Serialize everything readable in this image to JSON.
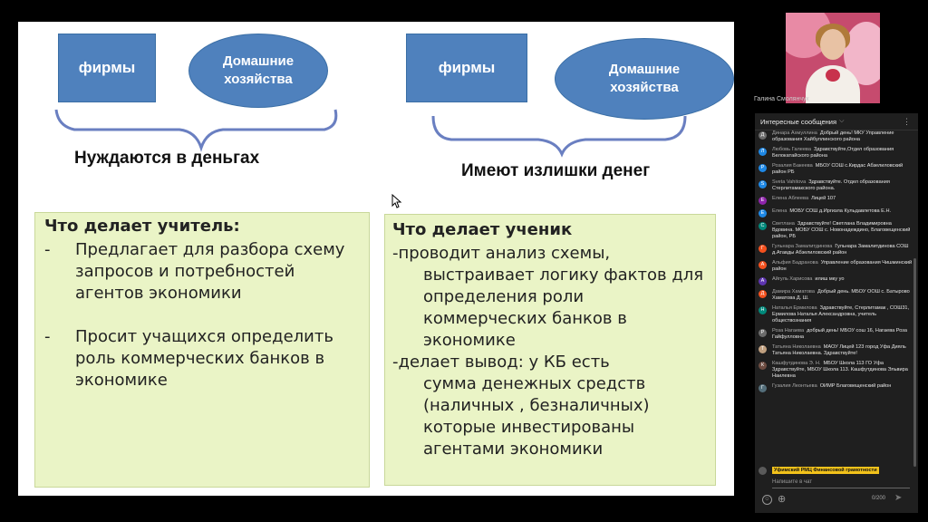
{
  "slide": {
    "left_box": "фирмы",
    "left_ellipse": "Домашние хозяйства",
    "left_caption": "Нуждаются в деньгах",
    "right_box": "фирмы",
    "right_ellipse": "Домашние хозяйства",
    "right_caption": "Имеют излишки денег",
    "teacher": {
      "title": "Что делает учитель:",
      "items": [
        {
          "dash": "-",
          "text": "Предлагает для разбора схему  запросов и потребностей агентов экономики"
        },
        {
          "dash": "-",
          "text": "Просит учащихся определить роль коммерческих банков в экономике"
        }
      ]
    },
    "student": {
      "title": "Что делает ученик",
      "items": [
        {
          "first": "-проводит анализ схемы,",
          "rest": "выстраивает логику фактов для определения роли коммерческих банков в экономике"
        },
        {
          "first": "-делает вывод: у КБ есть",
          "rest": "сумма денежных средств (наличных ,  безналичных) которые инвестированы агентами экономики"
        }
      ]
    }
  },
  "video": {
    "participant_name": "Галина Смолянчук"
  },
  "chat": {
    "title": "Интересные сообщения",
    "messages": [
      {
        "initial": "Д",
        "color": "#6b6b6b",
        "author": "Динара Ахмуллина",
        "text": "Добрый день! МКУ Управление образования Хайбуллинского района"
      },
      {
        "initial": "Л",
        "color": "#1e88e5",
        "author": "Любовь Галеева",
        "text": "Здравствуйте,Отдел образования Белокатайского района"
      },
      {
        "initial": "Р",
        "color": "#1e88e5",
        "author": "Розалия Бакеева",
        "text": "МБОУ СОШ с.Кирдас Абзелиловский район РБ"
      },
      {
        "initial": "S",
        "color": "#1e88e5",
        "author": "Sveta Vahitova",
        "text": "Здравствуйте. Отдел образования Стерлитамакского района."
      },
      {
        "initial": "Е",
        "color": "#8e24aa",
        "author": "Елена Аблеева",
        "text": "Лицей 107"
      },
      {
        "initial": "Е",
        "color": "#1e88e5",
        "author": "Елена",
        "text": "МОБУ СОШ д.Иргизла Кульдавлетова Е.Н."
      },
      {
        "initial": "С",
        "color": "#00897b",
        "author": "Светлана",
        "text": "Здравствуйте! Светлана Владимировна Вдовина. МОБУ СОШ с. Новонадеждино, Благовещенский район, РБ"
      },
      {
        "initial": "Г",
        "color": "#f4511e",
        "author": "Гульнара Замалитдинова",
        "text": "Гульнара Замалитдинова СОШ д.Атавды Абзелиловский район"
      },
      {
        "initial": "А",
        "color": "#f4511e",
        "author": "Альфия Бадранова",
        "text": "Управление образования Чишминский район"
      },
      {
        "initial": "А",
        "color": "#5e35b1",
        "author": "Айгуль Харисова",
        "text": "илиш мку уо"
      },
      {
        "initial": "Д",
        "color": "#f4511e",
        "author": "Дамира Хаматова",
        "text": "Добрый день. МБОУ ООШ с. Батырово Хаматова Д. Ш."
      },
      {
        "initial": "Н",
        "color": "#00897b",
        "author": "Наталья Ермилова",
        "text": "Здравствуйте, Стерлитамак , СОШ31, Ермилова Наталья Александровна, учитель обществознания"
      },
      {
        "initial": "Р",
        "color": "#6b6b6b",
        "author": "Роза Нагаева",
        "text": "добрый день! МБОУ сош 16, Нагаева Роза Гайфулловна"
      },
      {
        "initial": "Т",
        "color": "#c0a080",
        "author": "Татьяна Николаевна",
        "text": "МАОУ Лицей 123 город Уфа Дияль Татьяна Николаевна. Здравствуйте!"
      },
      {
        "initial": "К",
        "color": "#6d4c41",
        "author": "Кашфутдинова Э. Н.",
        "text": "МБОУ Школа 113 ГО Уфа Здравствуйте, МБОУ Школа 113. Кашфутдинова Эльвира Наилевна"
      },
      {
        "initial": "Г",
        "color": "#546e7a",
        "author": "Гузалия Леонтьева",
        "text": "ОИМР Благовещенский район"
      }
    ],
    "pinned_author": "Уфимский РМЦ Финансовой грамотности",
    "input_placeholder": "Напишите в чат",
    "counter": "0/200"
  }
}
